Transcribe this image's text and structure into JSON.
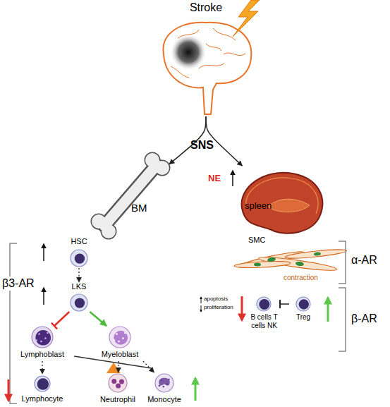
{
  "diagram": {
    "nodes": [
      {
        "text": [
          "Stroke"
        ]
      },
      {
        "text": [
          "BM"
        ]
      },
      {
        "text": [
          "spleen"
        ]
      },
      {
        "text": [
          "HSC"
        ]
      },
      {
        "text": [
          "LKS"
        ]
      },
      {
        "text": [
          "Lymphoblast"
        ]
      },
      {
        "text": [
          "Myeloblast"
        ]
      },
      {
        "text": [
          "Lymphocyte"
        ]
      },
      {
        "text": [
          "Neutrophil"
        ]
      },
      {
        "text": [
          "Monocyte"
        ]
      },
      {
        "text": [
          "B cells T cells NK"
        ]
      },
      {
        "text": [
          "Treg"
        ]
      }
    ],
    "edges": [
      {
        "from": 0,
        "to": 1,
        "arrow": "to"
      },
      {
        "from": 0,
        "to": 2,
        "arrow": "to"
      },
      {
        "from": 3,
        "to": 4,
        "arrow": "to"
      },
      {
        "from": 4,
        "to": 5,
        "arrow": "to"
      },
      {
        "from": 4,
        "to": 6,
        "arrow": "to"
      },
      {
        "from": 5,
        "to": 7,
        "arrow": "to"
      },
      {
        "from": 6,
        "to": 8,
        "arrow": "to"
      },
      {
        "from": 6,
        "to": 9,
        "arrow": "to"
      },
      {
        "from": 11,
        "to": 10,
        "arrow": "to"
      }
    ],
    "labels": [
      "SNS",
      "NE",
      "β3-AR",
      "SMC",
      "contraction",
      "α-AR",
      "apoptosis",
      "proliferation",
      "β-AR"
    ]
  }
}
